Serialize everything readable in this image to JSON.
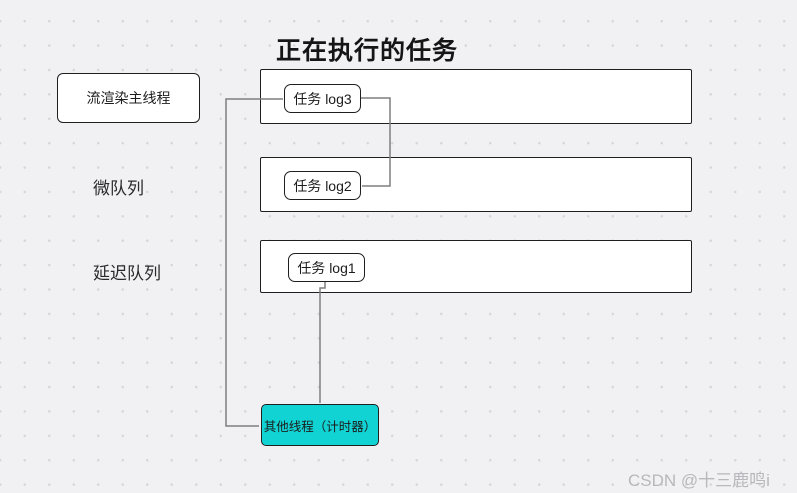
{
  "title": "正在执行的任务",
  "left_column": {
    "main_thread_label": "流渲染主线程",
    "micro_queue_label": "微队列",
    "delay_queue_label": "延迟队列"
  },
  "queues": [
    {
      "task_label": "任务 log3"
    },
    {
      "task_label": "任务 log2"
    },
    {
      "task_label": "任务 log1"
    }
  ],
  "timer_thread": {
    "label": "其他线程（计时器）"
  },
  "watermark": "CSDN @十三鹿鸣i",
  "connectors": [
    {
      "name": "log3-to-timer-thread"
    },
    {
      "name": "log3-to-log2"
    },
    {
      "name": "log1-to-timer-thread"
    }
  ],
  "colors": {
    "background": "#f1f1f4",
    "grid_dot": "#d7d7db",
    "box_border": "#1f1f1f",
    "box_fill": "#ffffff",
    "timer_accent": "#12d3d3",
    "connector": "#7f7f7f",
    "watermark": "#b8b8bc"
  }
}
